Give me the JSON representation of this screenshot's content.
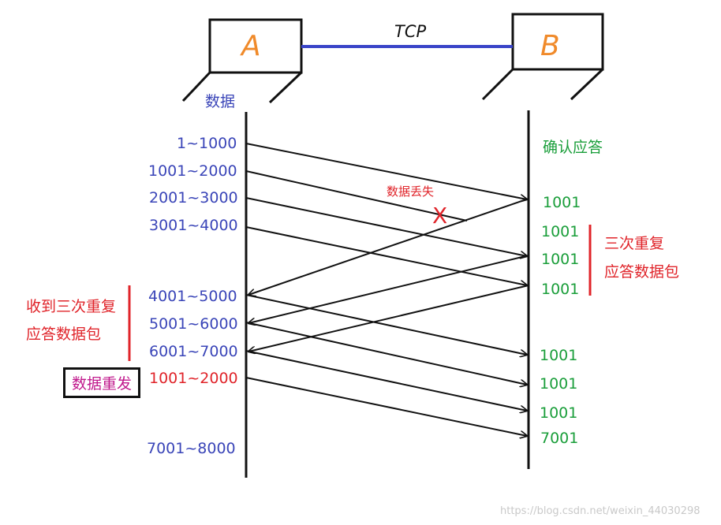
{
  "hosts": {
    "a": "A",
    "b": "B",
    "link": "TCP"
  },
  "sender": {
    "header": "数据",
    "segments": [
      "1~1000",
      "1001~2000",
      "2001~3000",
      "3001~4000",
      "4001~5000",
      "5001~6000",
      "6001~7000",
      "1001~2000",
      "7001~8000"
    ]
  },
  "receiver": {
    "header": "确认应答",
    "acks": [
      "1001",
      "1001",
      "1001",
      "1001",
      "1001",
      "1001",
      "1001",
      "7001"
    ]
  },
  "annotations": {
    "lost": "数据丢失",
    "lost_mark": "X",
    "three_dup_line1": "三次重复",
    "three_dup_line2": "应答数据包",
    "received_line1": "收到三次重复",
    "received_line2": "应答数据包",
    "retransmit": "数据重发"
  },
  "watermark": "https://blog.csdn.net/weixin_44030298",
  "colors": {
    "sender_text": "#3a45b8",
    "receiver_text": "#1a9e3a",
    "note_red": "#e0242a",
    "retransmit_text": "#c0188c",
    "host_label": "#f08a2a",
    "link_line": "#3a45c8"
  }
}
